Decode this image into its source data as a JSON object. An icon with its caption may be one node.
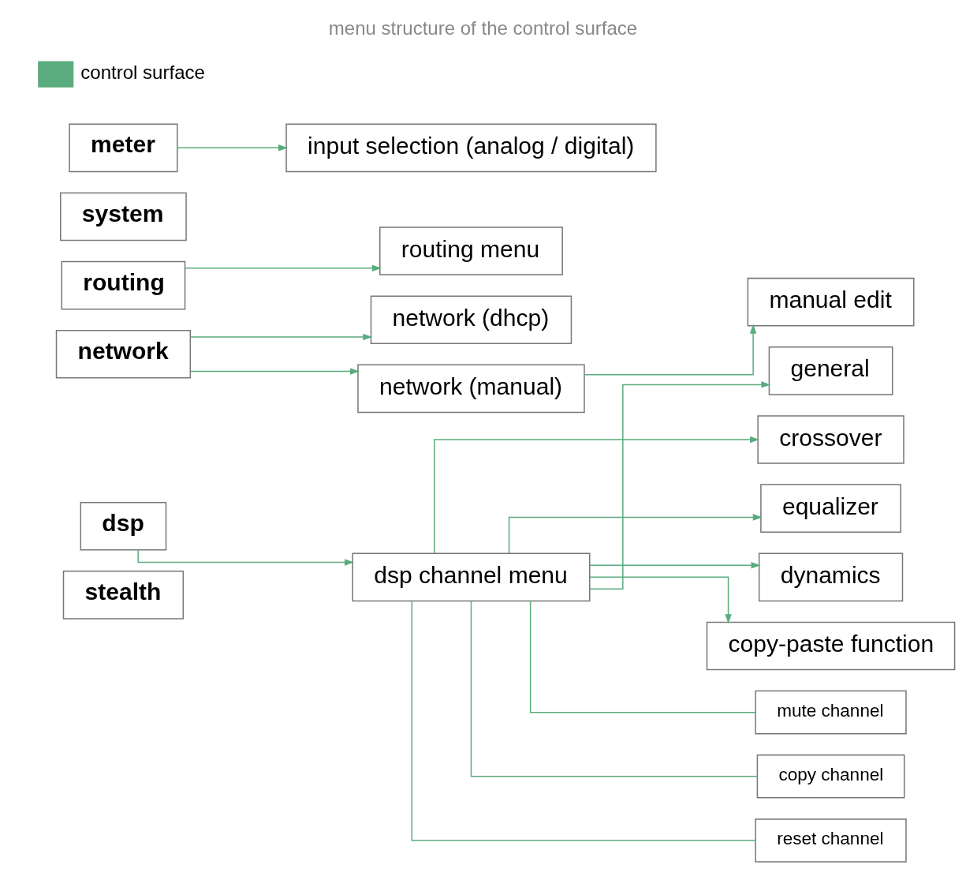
{
  "diagram": {
    "title": "menu structure of the control surface",
    "nodes": [
      {
        "text": [
          "meter"
        ]
      },
      {
        "text": [
          "input selection (analog / digital)"
        ]
      },
      {
        "text": [
          "system"
        ]
      },
      {
        "text": [
          "routing"
        ]
      },
      {
        "text": [
          "routing menu"
        ]
      },
      {
        "text": [
          "network"
        ]
      },
      {
        "text": [
          "network (dhcp)"
        ]
      },
      {
        "text": [
          "network (manual)"
        ]
      },
      {
        "text": [
          "manual edit"
        ]
      },
      {
        "text": [
          "dsp"
        ]
      },
      {
        "text": [
          "dsp channel menu"
        ]
      },
      {
        "text": [
          "general"
        ]
      },
      {
        "text": [
          "crossover"
        ]
      },
      {
        "text": [
          "equalizer"
        ]
      },
      {
        "text": [
          "dynamics"
        ]
      },
      {
        "text": [
          "copy-paste function"
        ]
      },
      {
        "text": [
          "mute channel"
        ]
      },
      {
        "text": [
          "copy channel"
        ]
      },
      {
        "text": [
          "reset channel"
        ]
      },
      {
        "text": [
          "stealth"
        ]
      }
    ],
    "edges": [
      {
        "from": 0,
        "to": 1,
        "arrow": "to"
      },
      {
        "from": 3,
        "to": 4,
        "arrow": "to"
      },
      {
        "from": 5,
        "to": 6,
        "arrow": "to"
      },
      {
        "from": 5,
        "to": 7,
        "arrow": "to"
      },
      {
        "from": 7,
        "to": 8,
        "arrow": "to"
      },
      {
        "from": 9,
        "to": 10,
        "arrow": "to"
      },
      {
        "from": 10,
        "to": 11,
        "arrow": "to"
      },
      {
        "from": 10,
        "to": 12,
        "arrow": "to"
      },
      {
        "from": 10,
        "to": 13,
        "arrow": "to"
      },
      {
        "from": 10,
        "to": 14,
        "arrow": "to"
      },
      {
        "from": 10,
        "to": 15,
        "arrow": "to"
      },
      {
        "from": 10,
        "to": 16,
        "arrow": "none"
      },
      {
        "from": 10,
        "to": 17,
        "arrow": "none"
      },
      {
        "from": 10,
        "to": 18,
        "arrow": "none"
      }
    ],
    "legend": [
      {
        "text": "control surface",
        "color": "#5aab7e"
      }
    ]
  }
}
